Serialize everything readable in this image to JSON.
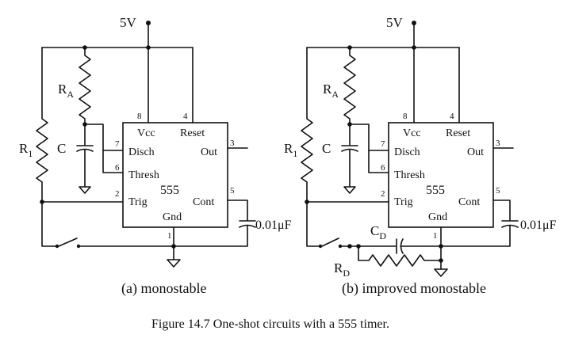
{
  "figure": {
    "caption": "Figure 14.7 One-shot circuits with a 555 timer."
  },
  "circuits": [
    {
      "subcaption": "(a) monostable",
      "supply": "5V",
      "chip": "555",
      "pins": {
        "vcc": "Vcc",
        "reset": "Reset",
        "disch": "Disch",
        "thresh": "Thresh",
        "trig": "Trig",
        "out": "Out",
        "cont": "Cont",
        "gnd": "Gnd"
      },
      "pin_numbers": {
        "p8": "8",
        "p4": "4",
        "p7": "7",
        "p6": "6",
        "p2": "2",
        "p3": "3",
        "p5": "5",
        "p1": "1"
      },
      "components": {
        "r1": "R",
        "r1_sub": "1",
        "ra": "R",
        "ra_sub": "A",
        "c": "C",
        "ccont": "0.01μF"
      }
    },
    {
      "subcaption": "(b) improved monostable",
      "supply": "5V",
      "chip": "555",
      "pins": {
        "vcc": "Vcc",
        "reset": "Reset",
        "disch": "Disch",
        "thresh": "Thresh",
        "trig": "Trig",
        "out": "Out",
        "cont": "Cont",
        "gnd": "Gnd"
      },
      "pin_numbers": {
        "p8": "8",
        "p4": "4",
        "p7": "7",
        "p6": "6",
        "p2": "2",
        "p3": "3",
        "p5": "5",
        "p1": "1"
      },
      "components": {
        "r1": "R",
        "r1_sub": "1",
        "ra": "R",
        "ra_sub": "A",
        "c": "C",
        "ccont": "0.01μF",
        "cd": "C",
        "cd_sub": "D",
        "rd": "R",
        "rd_sub": "D"
      }
    }
  ]
}
